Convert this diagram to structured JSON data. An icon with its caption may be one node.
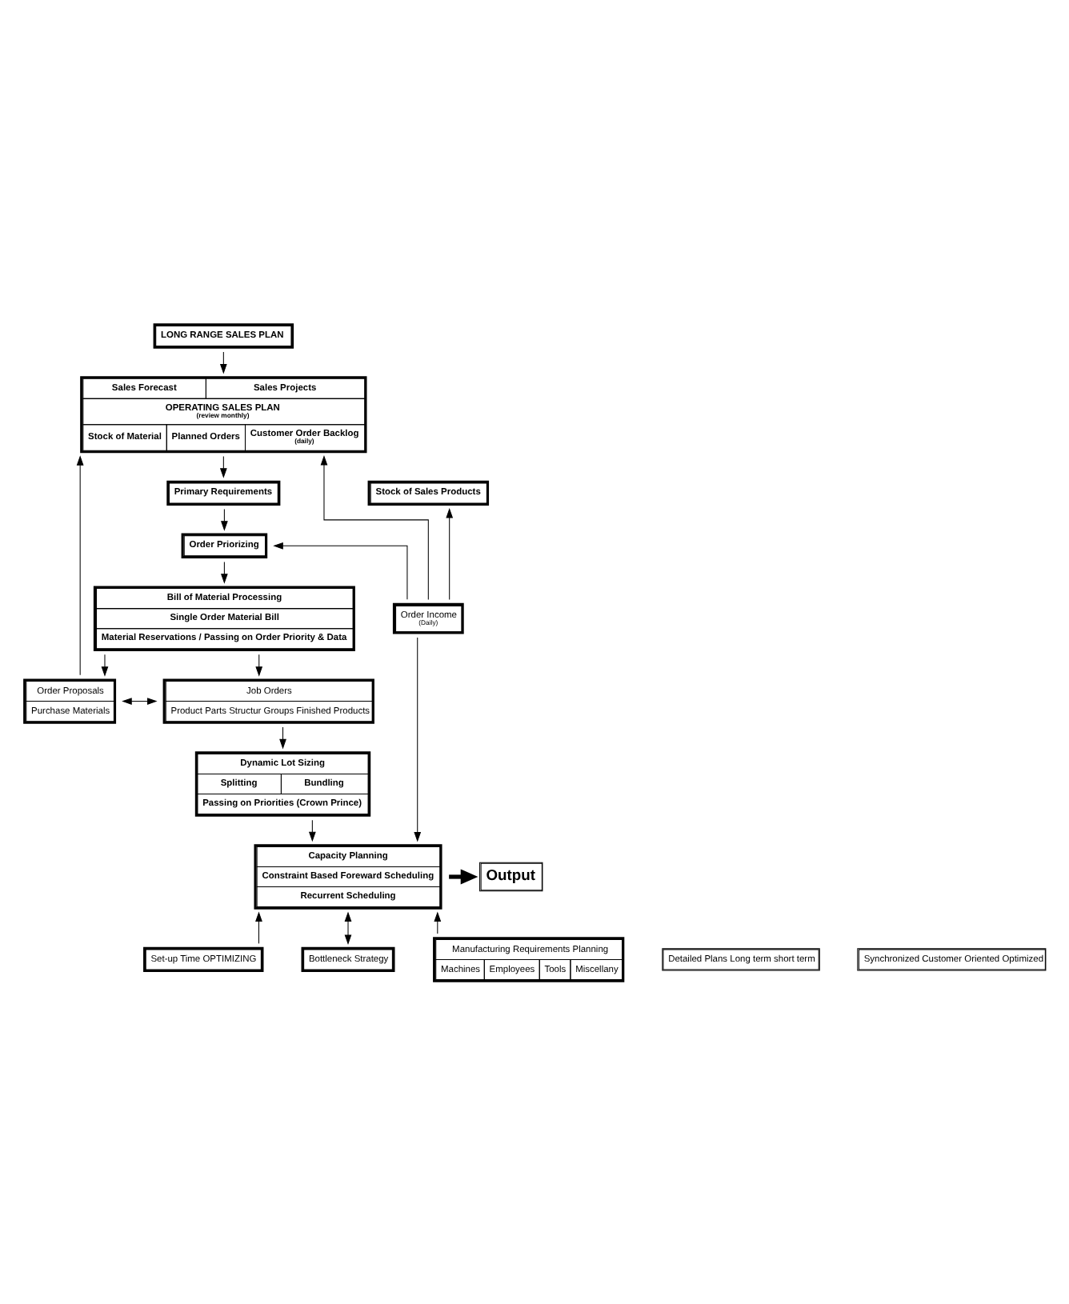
{
  "diagram": {
    "nodes": [
      {
        "text": [
          "LONG RANGE SALES PLAN"
        ]
      },
      {
        "text": [
          "Sales Forecast",
          "Sales Projects",
          "OPERATING SALES PLAN",
          "(review monthly)",
          "Stock of Material",
          "Planned Orders",
          "Customer Order Backlog",
          "(daily)"
        ]
      },
      {
        "text": [
          "Primary Requirements"
        ]
      },
      {
        "text": [
          "Stock of Sales Products"
        ]
      },
      {
        "text": [
          "Order Priorizing"
        ]
      },
      {
        "text": [
          "Bill of Material Processing",
          "Single Order Material Bill",
          "Material Reservations / Passing on Order Priority & Data"
        ]
      },
      {
        "text": [
          "Order Income",
          "(Daily)"
        ]
      },
      {
        "text": [
          "Order Proposals",
          "Purchase Materials"
        ]
      },
      {
        "text": [
          "Job Orders",
          "Product Parts Structur Groups Finished Products"
        ]
      },
      {
        "text": [
          "Dynamic Lot Sizing",
          "Splitting",
          "Bundling",
          "Passing on Priorities (Crown Prince)"
        ]
      },
      {
        "text": [
          "Capacity Planning",
          "Constraint Based Foreward Scheduling",
          "Recurrent Scheduling"
        ]
      },
      {
        "text": [
          "Set-up Time OPTIMIZING"
        ]
      },
      {
        "text": [
          "Bottleneck Strategy"
        ]
      },
      {
        "text": [
          "Manufacturing Requirements Planning",
          "Machines",
          "Employees",
          "Tools",
          "Miscellany"
        ]
      },
      {
        "text": [
          "Output"
        ]
      },
      {
        "text": [
          "Detailed Plans Long term short term"
        ]
      },
      {
        "text": [
          "Synchronized Customer Oriented Optimized"
        ]
      }
    ],
    "edges": [
      {
        "from": 0,
        "to": 1,
        "arrow": "to"
      },
      {
        "from": 1,
        "to": 2,
        "arrow": "to"
      },
      {
        "from": 2,
        "to": 4,
        "arrow": "to"
      },
      {
        "from": 4,
        "to": 5,
        "arrow": "to"
      },
      {
        "from": 6,
        "to": 1,
        "arrow": "to"
      },
      {
        "from": 6,
        "to": 3,
        "arrow": "to"
      },
      {
        "from": 6,
        "to": 4,
        "arrow": "to"
      },
      {
        "from": 6,
        "to": 10,
        "arrow": "to"
      },
      {
        "from": 5,
        "to": 7,
        "arrow": "to"
      },
      {
        "from": 5,
        "to": 8,
        "arrow": "to"
      },
      {
        "from": 7,
        "to": 8,
        "arrow": "both"
      },
      {
        "from": 7,
        "to": 1,
        "arrow": "to"
      },
      {
        "from": 8,
        "to": 9,
        "arrow": "to"
      },
      {
        "from": 9,
        "to": 10,
        "arrow": "to"
      },
      {
        "from": 10,
        "to": 14,
        "arrow": "to",
        "style": "thick"
      },
      {
        "from": 13,
        "to": 10,
        "arrow": "to"
      },
      {
        "from": 11,
        "to": 10,
        "arrow": "to"
      },
      {
        "from": 10,
        "to": 12,
        "arrow": "both"
      }
    ]
  }
}
